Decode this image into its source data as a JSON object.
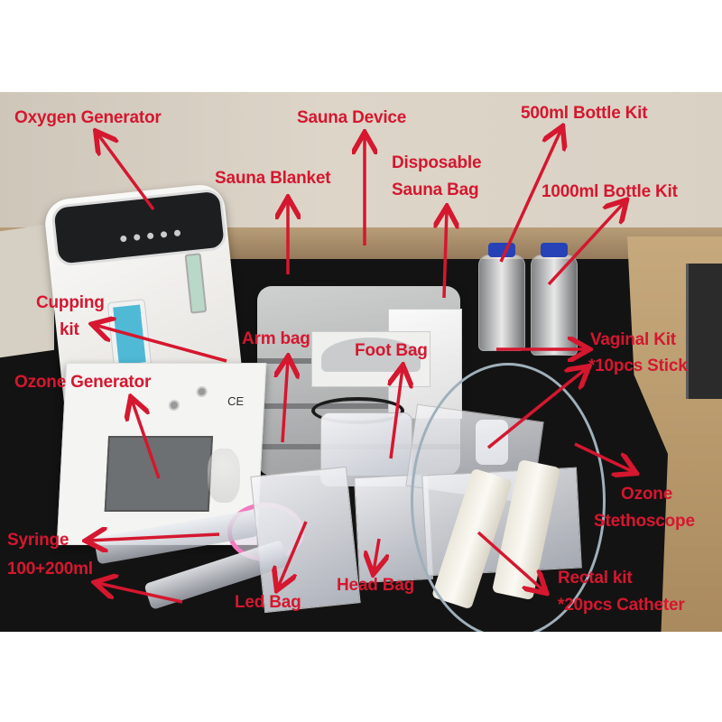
{
  "image": {
    "type": "annotated-product-photo",
    "label_color": "#d5172f",
    "labels": {
      "oxygen_generator": "Oxygen Generator",
      "sauna_device": "Sauna Device",
      "bottle_500": "500ml Bottle Kit",
      "sauna_blanket": "Sauna Blanket",
      "disposable_sauna_bag_line1": "Disposable",
      "disposable_sauna_bag_line2": "Sauna Bag",
      "bottle_1000": "1000ml Bottle Kit",
      "cupping_kit_line1": "Cupping",
      "cupping_kit_line2": "kit",
      "arm_bag": "Arm bag",
      "foot_bag": "Foot Bag",
      "vaginal_kit_line1": "Vaginal Kit",
      "vaginal_kit_line2": "*10pcs Stick",
      "ozone_generator": "Ozone Generator",
      "ozone_stethoscope_line1": "Ozone",
      "ozone_stethoscope_line2": "Stethoscope",
      "syringe_line1": "Syringe",
      "syringe_line2": "100+200ml",
      "led_bag": "Led Bag",
      "head_bag": "Head Bag",
      "rectal_kit_line1": "Rectal kit",
      "rectal_kit_line2": "*20pcs Catheter"
    },
    "device_marks": {
      "ce_mark": "CE"
    }
  }
}
